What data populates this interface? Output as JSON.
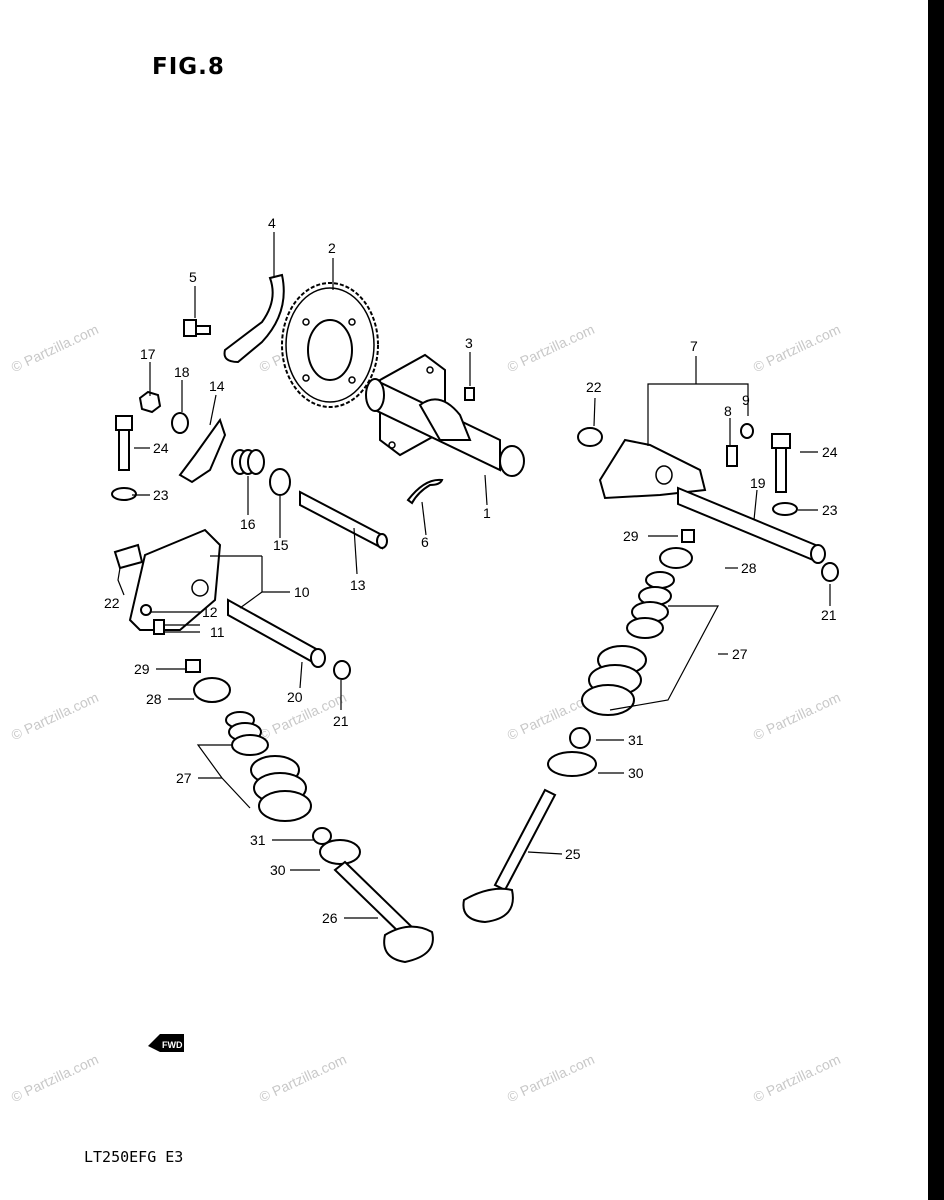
{
  "figure": {
    "title": "FIG.8",
    "model_code": "LT250EFG E3"
  },
  "watermark": {
    "text": "© Partzilla.com",
    "color": "#c8c8c8"
  },
  "fwd_badge": "FWD",
  "labels": {
    "l1": "1",
    "l2": "2",
    "l3": "3",
    "l4": "4",
    "l5": "5",
    "l6": "6",
    "l7": "7",
    "l8": "8",
    "l9": "9",
    "l10": "10",
    "l11": "11",
    "l12": "12",
    "l13": "13",
    "l14": "14",
    "l15": "15",
    "l16": "16",
    "l17": "17",
    "l18": "18",
    "l19": "19",
    "l20": "20",
    "l21a": "21",
    "l21b": "21",
    "l22a": "22",
    "l22b": "22",
    "l23a": "23",
    "l23b": "23",
    "l24a": "24",
    "l24b": "24",
    "l25": "25",
    "l26": "26",
    "l27a": "27",
    "l27b": "27",
    "l28a": "28",
    "l28b": "28",
    "l29a": "29",
    "l29b": "29",
    "l30a": "30",
    "l30b": "30",
    "l31a": "31",
    "l31b": "31"
  }
}
